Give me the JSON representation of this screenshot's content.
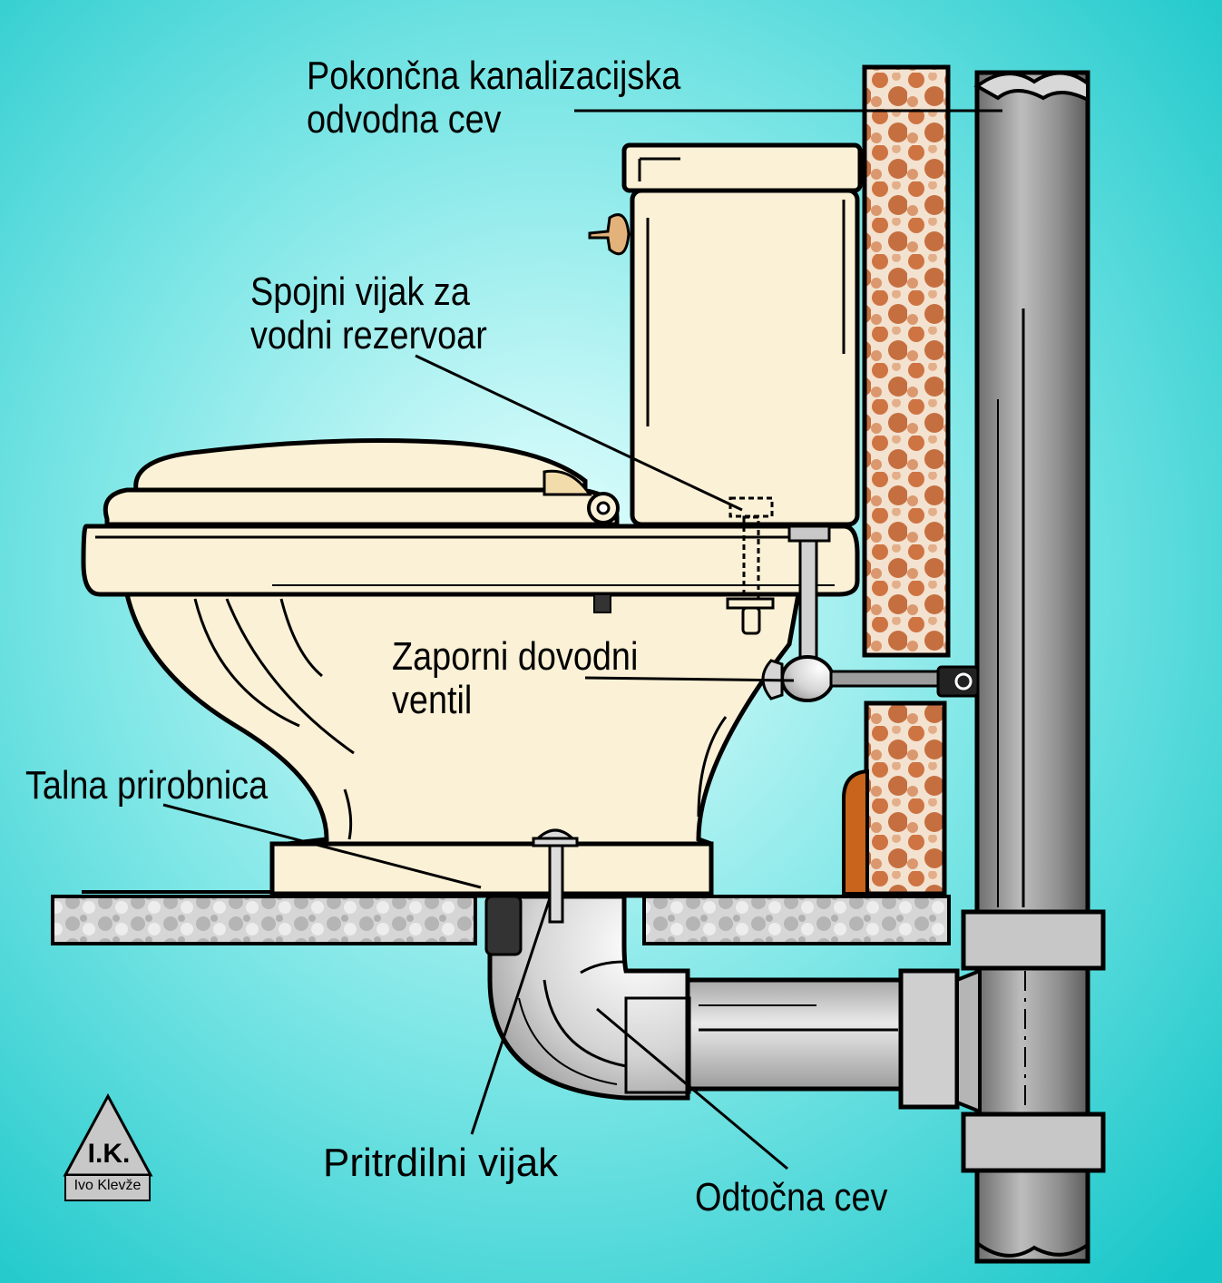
{
  "labels": {
    "stack_pipe": [
      "Pokončna kanalizacijska",
      "odvodna cev"
    ],
    "tank_bolt": [
      "Spojni vijak za",
      "vodni rezervoar"
    ],
    "shutoff_valve": [
      "Zaporni dovodni",
      "ventil"
    ],
    "floor_flange": "Talna prirobnica",
    "mounting_bolt": "Pritrdilni vijak",
    "drain_pipe": "Odtočna cev"
  },
  "logo": {
    "initials": "I.K.",
    "author": "Ivo Klevže"
  },
  "colors": {
    "background_center": "#d6fbfb",
    "background_edge": "#1fc9cc",
    "porcelain": "#fbf1d6",
    "brick": "#c45a1e",
    "pipe_gray": "#9b9b9b",
    "floor_gray": "#c8c8c8",
    "outline": "#000000"
  }
}
